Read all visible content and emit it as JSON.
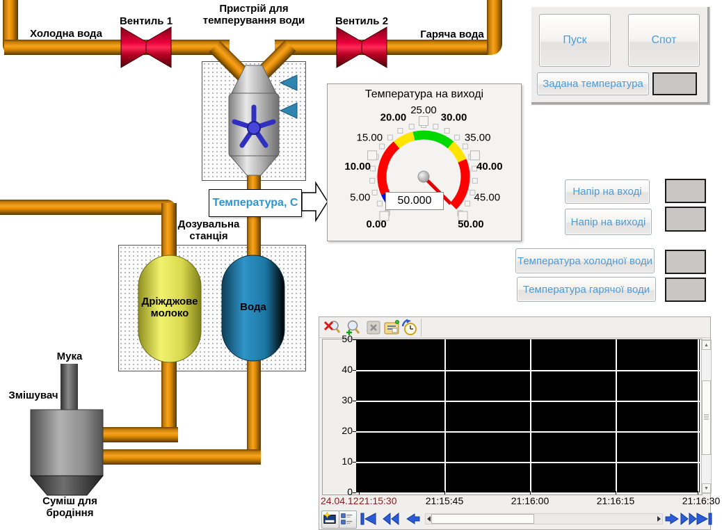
{
  "colors": {
    "pipe": "#e28d00",
    "valve": "#d40028",
    "accent_text": "#4f9bd5",
    "chart_bg": "#000000",
    "chart_grid": "#ffffff",
    "first_timestamp": "#8b1a1a"
  },
  "process": {
    "cold_water": "Холодна вода",
    "valve1": "Вентиль 1",
    "device_line1": "Пристрій для",
    "device_line2": "темперування води",
    "valve2": "Вентиль 2",
    "hot_water": "Гаряча вода",
    "temp_callout": "Температура, С",
    "dosing_line1": "Дозувальна",
    "dosing_line2": "станція",
    "yeast_line1": "Дріжджове",
    "yeast_line2": "молоко",
    "water_vessel": "Вода",
    "flour": "Мука",
    "mixer": "Змішувач",
    "ferment_line1": "Суміш для",
    "ferment_line2": "бродіння"
  },
  "control_panel": {
    "start_label": "Пуск",
    "stop_label": "Спот",
    "setpoint_label": "Задана температура",
    "setpoint_value": ""
  },
  "readouts": [
    {
      "label": "Напір на вході",
      "value": ""
    },
    {
      "label": "Напір на виході",
      "value": ""
    },
    {
      "label": "Температура холодної води",
      "value": ""
    },
    {
      "label": "Температура гарячої води",
      "value": ""
    }
  ],
  "gauge": {
    "title": "Температура на виході",
    "value_display": "50.000",
    "min": 0,
    "max": 50,
    "needle_value": 50,
    "needle_color": "#e10000",
    "tick_labels": [
      "0.00",
      "5.00",
      "10.00",
      "15.00",
      "20.00",
      "25.00",
      "30.00",
      "35.00",
      "40.00",
      "45.00",
      "50.00"
    ],
    "segments": [
      {
        "from": 0,
        "to": 4,
        "color": "#0012e8"
      },
      {
        "from": 4,
        "to": 17.5,
        "color": "#ff0000"
      },
      {
        "from": 17.5,
        "to": 22.5,
        "color": "#ffe400"
      },
      {
        "from": 22.5,
        "to": 32.5,
        "color": "#00d800"
      },
      {
        "from": 32.5,
        "to": 37.5,
        "color": "#ffe400"
      },
      {
        "from": 37.5,
        "to": 50,
        "color": "#ff0000"
      }
    ]
  },
  "chart_data": {
    "type": "line",
    "title": "",
    "x_date": "24.04.12",
    "x_ticks": [
      "21:15:30",
      "21:15:45",
      "21:16:00",
      "21:16:15",
      "21:16:30"
    ],
    "y_ticks": [
      50,
      40,
      30,
      20,
      10,
      0
    ],
    "ylim": [
      0,
      50
    ],
    "xlabel": "",
    "ylabel": "",
    "grid": true,
    "legend": "none",
    "plot_bg": "#000000",
    "grid_color": "#ffffff",
    "series": []
  },
  "trend_toolbar": {
    "icons": [
      "zoom-off",
      "zoom-in",
      "copy-disabled",
      "properties",
      "time-range"
    ],
    "nav_icons": [
      "new-window",
      "curve-settings",
      "skip-to-start",
      "fast-back",
      "step-back",
      "step-forward",
      "fast-forward",
      "skip-to-end"
    ]
  }
}
